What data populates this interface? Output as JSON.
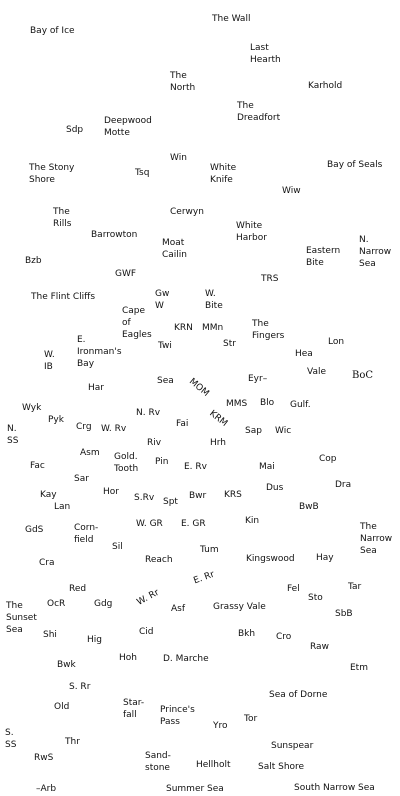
{
  "theme": {
    "background": "#ffffff",
    "text_color": "#111111"
  },
  "labels": [
    {
      "id": "the-wall",
      "text": "The Wall"
    },
    {
      "id": "bay-of-ice",
      "text": "Bay of Ice"
    },
    {
      "id": "last-hearth",
      "text": "Last\nHearth"
    },
    {
      "id": "the-north",
      "text": "The\nNorth"
    },
    {
      "id": "karhold",
      "text": "Karhold"
    },
    {
      "id": "the-dreadfort",
      "text": "The\nDreadfort"
    },
    {
      "id": "deepwood-motte",
      "text": "Deepwood\nMotte"
    },
    {
      "id": "sdp",
      "text": "Sdp"
    },
    {
      "id": "win",
      "text": "Win"
    },
    {
      "id": "the-stony-shore",
      "text": "The Stony\nShore"
    },
    {
      "id": "tsq",
      "text": "Tsq"
    },
    {
      "id": "white-knife",
      "text": "White\nKnife"
    },
    {
      "id": "bay-of-seals",
      "text": "Bay of Seals"
    },
    {
      "id": "wiw",
      "text": "Wiw"
    },
    {
      "id": "the-rills",
      "text": "The\nRills"
    },
    {
      "id": "cerwyn",
      "text": "Cerwyn"
    },
    {
      "id": "white-harbor",
      "text": "White\nHarbor"
    },
    {
      "id": "barrowton",
      "text": "Barrowton"
    },
    {
      "id": "moat-cailin",
      "text": "Moat\nCailin"
    },
    {
      "id": "eastern-bite",
      "text": "Eastern\nBite"
    },
    {
      "id": "narrow-sea-north",
      "text": "N.\nNarrow\nSea"
    },
    {
      "id": "bzb",
      "text": "Bzb"
    },
    {
      "id": "gwf",
      "text": "GWF"
    },
    {
      "id": "trs",
      "text": "TRS"
    },
    {
      "id": "the-flint-cliffs",
      "text": "The Flint Cliffs"
    },
    {
      "id": "gw-w",
      "text": "Gw\nW"
    },
    {
      "id": "w-bite",
      "text": "W.\nBite"
    },
    {
      "id": "cape-of-eagles",
      "text": "Cape\nof\nEagles"
    },
    {
      "id": "krn",
      "text": "KRN"
    },
    {
      "id": "mmn",
      "text": "MMn"
    },
    {
      "id": "the-fingers",
      "text": "The\nFingers"
    },
    {
      "id": "e-ironmans-bay",
      "text": "E.\nIronman's\nBay"
    },
    {
      "id": "twi",
      "text": "Twi"
    },
    {
      "id": "str",
      "text": "Str"
    },
    {
      "id": "lon",
      "text": "Lon"
    },
    {
      "id": "w-ib",
      "text": "W.\nIB"
    },
    {
      "id": "hea",
      "text": "Hea"
    },
    {
      "id": "vale",
      "text": "Vale"
    },
    {
      "id": "boc",
      "text": "BoC"
    },
    {
      "id": "sea",
      "text": "Sea"
    },
    {
      "id": "mom",
      "text": "MOM"
    },
    {
      "id": "eyr",
      "text": "Eyr–"
    },
    {
      "id": "har",
      "text": "Har"
    },
    {
      "id": "mms",
      "text": "MMS"
    },
    {
      "id": "blo",
      "text": "Blo"
    },
    {
      "id": "gulf",
      "text": "Gulf."
    },
    {
      "id": "krm",
      "text": "KRM"
    },
    {
      "id": "wyk",
      "text": "Wyk"
    },
    {
      "id": "n-rv",
      "text": "N. Rv"
    },
    {
      "id": "pyk",
      "text": "Pyk"
    },
    {
      "id": "fai",
      "text": "Fai"
    },
    {
      "id": "crg",
      "text": "Crg"
    },
    {
      "id": "w-rv",
      "text": "W. Rv"
    },
    {
      "id": "sap",
      "text": "Sap"
    },
    {
      "id": "wic",
      "text": "Wic"
    },
    {
      "id": "n-ss",
      "text": "N.\nSS"
    },
    {
      "id": "riv",
      "text": "Riv"
    },
    {
      "id": "hrh",
      "text": "Hrh"
    },
    {
      "id": "asm",
      "text": "Asm"
    },
    {
      "id": "gold-tooth",
      "text": "Gold.\nTooth"
    },
    {
      "id": "pin",
      "text": "Pin"
    },
    {
      "id": "cop",
      "text": "Cop"
    },
    {
      "id": "fac",
      "text": "Fac"
    },
    {
      "id": "e-rv",
      "text": "E. Rv"
    },
    {
      "id": "mai",
      "text": "Mai"
    },
    {
      "id": "sar",
      "text": "Sar"
    },
    {
      "id": "dra",
      "text": "Dra"
    },
    {
      "id": "hor",
      "text": "Hor"
    },
    {
      "id": "dus",
      "text": "Dus"
    },
    {
      "id": "kay",
      "text": "Kay"
    },
    {
      "id": "s-rv",
      "text": "S.Rv"
    },
    {
      "id": "spt",
      "text": "Spt"
    },
    {
      "id": "bwr",
      "text": "Bwr"
    },
    {
      "id": "krs",
      "text": "KRS"
    },
    {
      "id": "lan",
      "text": "Lan"
    },
    {
      "id": "bwb",
      "text": "BwB"
    },
    {
      "id": "kin",
      "text": "Kin"
    },
    {
      "id": "gds",
      "text": "GdS"
    },
    {
      "id": "cornfield",
      "text": "Corn-\nfield"
    },
    {
      "id": "w-gr",
      "text": "W. GR"
    },
    {
      "id": "e-gr",
      "text": "E. GR"
    },
    {
      "id": "the-narrow-sea",
      "text": "The\nNarrow\nSea"
    },
    {
      "id": "sil",
      "text": "Sil"
    },
    {
      "id": "tum",
      "text": "Tum"
    },
    {
      "id": "cra",
      "text": "Cra"
    },
    {
      "id": "reach",
      "text": "Reach"
    },
    {
      "id": "kingswood",
      "text": "Kingswood"
    },
    {
      "id": "hay",
      "text": "Hay"
    },
    {
      "id": "e-rr",
      "text": "E. Rr"
    },
    {
      "id": "red",
      "text": "Red"
    },
    {
      "id": "w-rr",
      "text": "W. Rr"
    },
    {
      "id": "fel",
      "text": "Fel"
    },
    {
      "id": "tar",
      "text": "Tar"
    },
    {
      "id": "sto",
      "text": "Sto"
    },
    {
      "id": "the-sunset-sea",
      "text": "The\nSunset\nSea"
    },
    {
      "id": "ocr",
      "text": "OcR"
    },
    {
      "id": "gdg",
      "text": "Gdg"
    },
    {
      "id": "asf",
      "text": "Asf"
    },
    {
      "id": "grassy-vale",
      "text": "Grassy Vale"
    },
    {
      "id": "sbb",
      "text": "SbB"
    },
    {
      "id": "shi",
      "text": "Shi"
    },
    {
      "id": "cid",
      "text": "Cid"
    },
    {
      "id": "bkh",
      "text": "Bkh"
    },
    {
      "id": "cro",
      "text": "Cro"
    },
    {
      "id": "hig",
      "text": "Hig"
    },
    {
      "id": "raw",
      "text": "Raw"
    },
    {
      "id": "hoh",
      "text": "Hoh"
    },
    {
      "id": "d-marche",
      "text": "D. Marche"
    },
    {
      "id": "bwk",
      "text": "Bwk"
    },
    {
      "id": "etm",
      "text": "Etm"
    },
    {
      "id": "s-rr",
      "text": "S. Rr"
    },
    {
      "id": "sea-of-dorne",
      "text": "Sea of Dorne"
    },
    {
      "id": "old",
      "text": "Old"
    },
    {
      "id": "starfall",
      "text": "Star-\nfall"
    },
    {
      "id": "princes-pass",
      "text": "Prince's\nPass"
    },
    {
      "id": "tor",
      "text": "Tor"
    },
    {
      "id": "yro",
      "text": "Yro"
    },
    {
      "id": "s-ss",
      "text": "S.\nSS"
    },
    {
      "id": "thr",
      "text": "Thr"
    },
    {
      "id": "sunspear",
      "text": "Sunspear"
    },
    {
      "id": "rws",
      "text": "RwS"
    },
    {
      "id": "sandstone",
      "text": "Sand-\nstone"
    },
    {
      "id": "hellholt",
      "text": "Hellholt"
    },
    {
      "id": "salt-shore",
      "text": "Salt Shore"
    },
    {
      "id": "arb",
      "text": "–Arb"
    },
    {
      "id": "summer-sea",
      "text": "Summer Sea"
    },
    {
      "id": "south-narrow-sea",
      "text": "South Narrow Sea"
    }
  ]
}
